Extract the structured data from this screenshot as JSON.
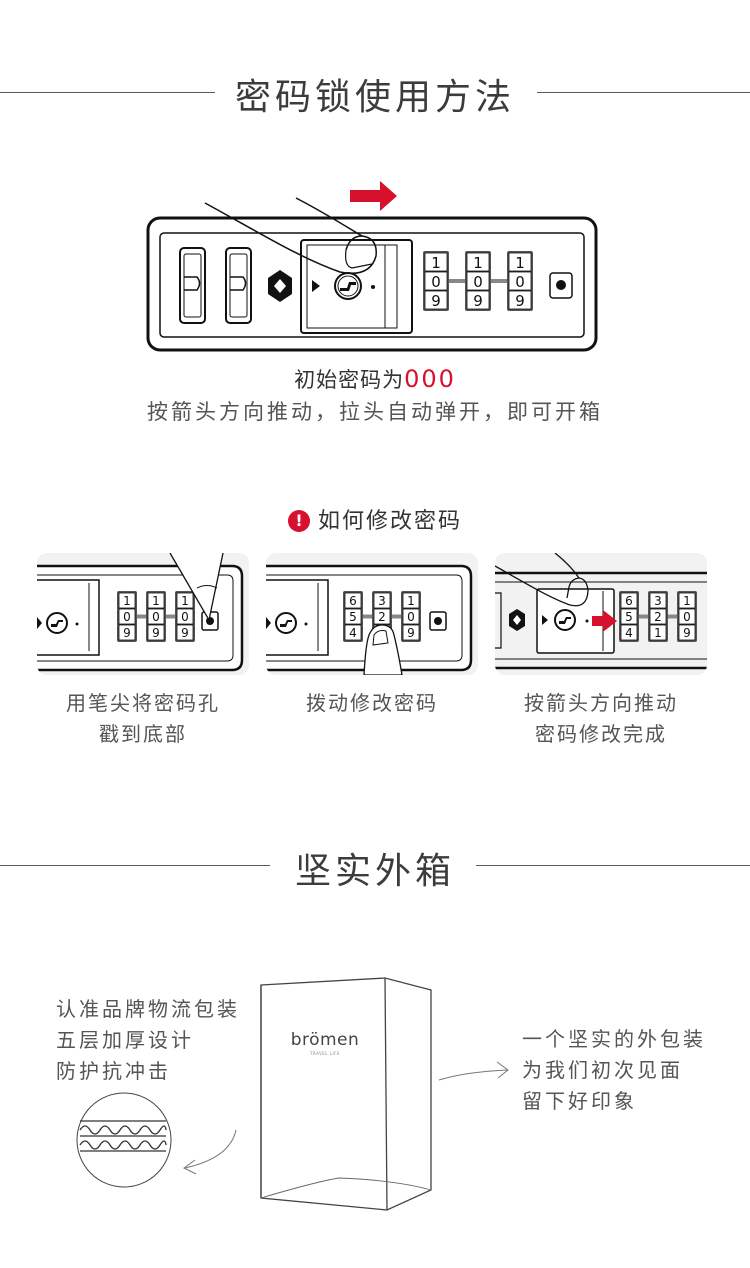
{
  "section1": {
    "title": "密码锁使用方法",
    "lock_illustration": {
      "wheels": [
        [
          "1",
          "0",
          "9"
        ],
        [
          "1",
          "0",
          "9"
        ],
        [
          "1",
          "0",
          "9"
        ]
      ],
      "arrow_color": "#d7102d"
    },
    "initial_code_label": "初始密码为",
    "initial_code_value": "000",
    "instruction": "按箭头方向推动，拉头自动弹开，即可开箱"
  },
  "howto": {
    "icon": "exclamation-icon",
    "title": "如何修改密码",
    "steps": [
      {
        "wheels": [
          [
            "1",
            "0",
            "9"
          ],
          [
            "1",
            "0",
            "9"
          ],
          [
            "1",
            "0",
            "9"
          ]
        ],
        "caption_line1": "用笔尖将密码孔",
        "caption_line2": "戳到底部"
      },
      {
        "wheels": [
          [
            "6",
            "5",
            "4"
          ],
          [
            "3",
            "2",
            "1"
          ],
          [
            "1",
            "0",
            "9"
          ]
        ],
        "caption_line1": "拨动修改密码",
        "caption_line2": ""
      },
      {
        "wheels": [
          [
            "6",
            "5",
            "4"
          ],
          [
            "3",
            "2",
            "1"
          ],
          [
            "1",
            "0",
            "9"
          ]
        ],
        "caption_line1": "按箭头方向推动",
        "caption_line2": "密码修改完成"
      }
    ]
  },
  "section2": {
    "title": "坚实外箱",
    "left_note": [
      "认准品牌物流包装",
      "五层加厚设计",
      "防护抗冲击"
    ],
    "right_note": [
      "一个坚实的外包装",
      "为我们初次见面",
      "留下好印象"
    ],
    "brand_logo": "brömen",
    "brand_tagline": "TRAVEL LIFE"
  }
}
